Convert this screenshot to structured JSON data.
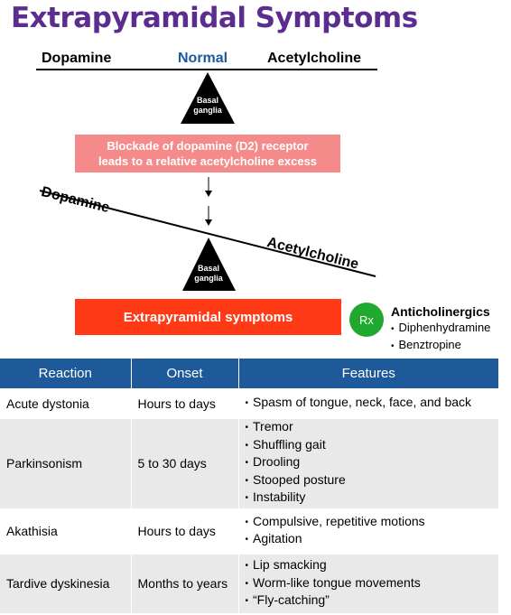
{
  "title": "Extrapyramidal Symptoms",
  "colors": {
    "title": "#5b2d8e",
    "normal_label": "#1e5a99",
    "blockade_box": "#f58a8a",
    "symptoms_box": "#ff3a17",
    "rx_circle": "#1faa2f",
    "table_header": "#1e5a99",
    "table_row_alt": "#e9e9e9"
  },
  "normal_scale": {
    "left_label": "Dopamine",
    "center_label": "Normal",
    "right_label": "Acetylcholine",
    "fulcrum_line1": "Basal",
    "fulcrum_line2": "ganglia"
  },
  "blockade": {
    "line1": "Blockade of dopamine (D2) receptor",
    "line2": "leads to a relative acetylcholine excess"
  },
  "tilted_scale": {
    "left_label": "Dopamine",
    "right_label": "Acetylcholine",
    "fulcrum_line1": "Basal",
    "fulcrum_line2": "ganglia"
  },
  "symptoms_box": "Extrapyramidal symptoms",
  "rx": {
    "badge": "Rx",
    "title": "Anticholinergics",
    "drugs": [
      "Diphenhydramine",
      "Benztropine"
    ]
  },
  "table": {
    "headers": [
      "Reaction",
      "Onset",
      "Features"
    ],
    "rows": [
      {
        "reaction": "Acute dystonia",
        "onset": "Hours to days",
        "features": [
          "Spasm of tongue, neck, face, and back"
        ]
      },
      {
        "reaction": "Parkinsonism",
        "onset": "5 to 30 days",
        "features": [
          "Tremor",
          "Shuffling gait",
          "Drooling",
          "Stooped posture",
          "Instability"
        ]
      },
      {
        "reaction": "Akathisia",
        "onset": "Hours to days",
        "features": [
          "Compulsive, repetitive motions",
          "Agitation"
        ]
      },
      {
        "reaction": "Tardive dyskinesia",
        "onset": "Months to years",
        "features": [
          "Lip smacking",
          "Worm-like tongue movements",
          "“Fly-catching”"
        ]
      }
    ]
  }
}
